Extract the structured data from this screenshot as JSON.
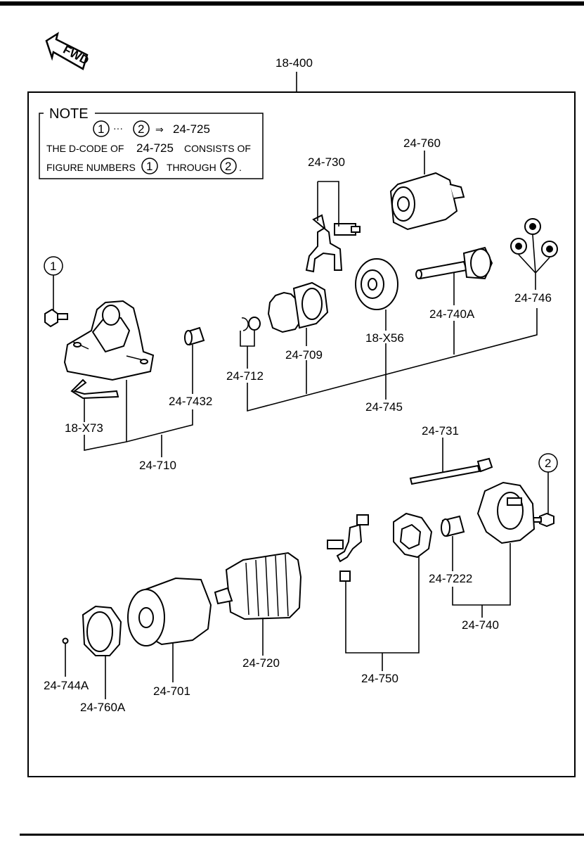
{
  "header_code": "18-400",
  "fwd_label": "FWD",
  "note": {
    "title": "NOTE",
    "range_start": "1",
    "range_sep": "···",
    "range_end": "2",
    "arrow": "⇒",
    "range_code": "24-725",
    "line2_prefix": "THE D-CODE OF",
    "line2_code": "24-725",
    "line2_suffix": "CONSISTS OF",
    "line3_prefix": "FIGURE NUMBERS",
    "line3_num1": "1",
    "line3_mid": "THROUGH",
    "line3_num2": "2",
    "line3_end": "."
  },
  "callouts": {
    "one": "1",
    "two": "2"
  },
  "labels": {
    "p24_730": "24-730",
    "p24_760": "24-760",
    "p24_746": "24-746",
    "p24_740A": "24-740A",
    "p18_X56": "18-X56",
    "p24_709": "24-709",
    "p24_712": "24-712",
    "p24_745": "24-745",
    "p24_7432": "24-7432",
    "p18_X73": "18-X73",
    "p24_710": "24-710",
    "p24_731": "24-731",
    "p24_7222": "24-7222",
    "p24_740": "24-740",
    "p24_750": "24-750",
    "p24_720": "24-720",
    "p24_701": "24-701",
    "p24_744A": "24-744A",
    "p24_760A": "24-760A"
  }
}
